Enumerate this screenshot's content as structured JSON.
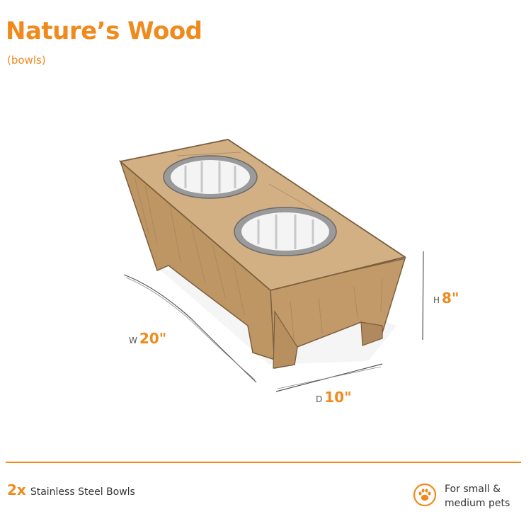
{
  "header": {
    "title": "Nature’s Wood",
    "subtitle": "(bowls)"
  },
  "dimensions": {
    "width": {
      "letter": "W",
      "value": "20\""
    },
    "height": {
      "letter": "H",
      "value": "8\""
    },
    "depth": {
      "letter": "D",
      "value": "10\""
    }
  },
  "footer": {
    "quantity": "2x",
    "bowls_label": "Stainless Steel Bowls",
    "pets_line1": "For small &",
    "pets_line2": "medium pets"
  },
  "colors": {
    "accent": "#f08a1c",
    "wood": "#c9a57a",
    "text": "#333333"
  },
  "icons": {
    "paw": "paw-icon"
  }
}
